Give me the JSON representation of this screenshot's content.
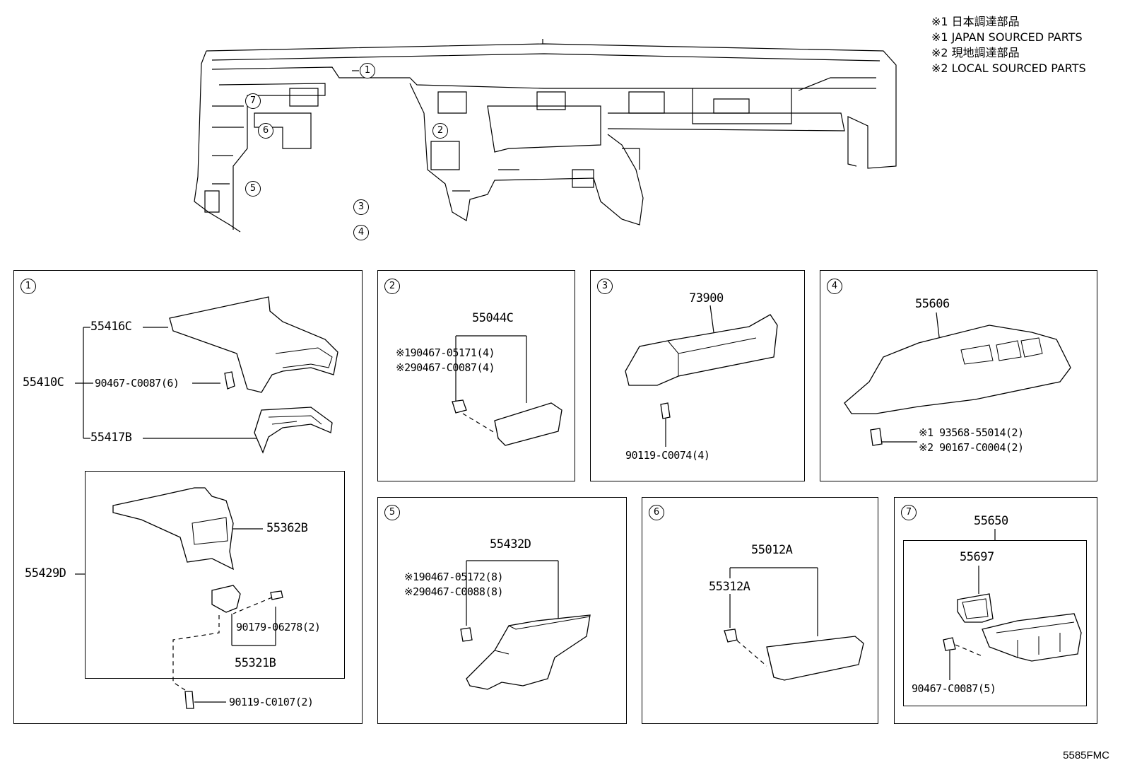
{
  "legend": {
    "line1": "※1 日本調達部品",
    "line2": "※1 JAPAN SOURCED PARTS",
    "line3": "※2 現地調達部品",
    "line4": "※2 LOCAL SOURCED PARTS"
  },
  "overview": {
    "callouts": [
      "1",
      "2",
      "3",
      "4",
      "5",
      "6",
      "7"
    ]
  },
  "panel1": {
    "num": "1",
    "p55416C": "55416C",
    "p55410C": "55410C",
    "p90467_C0087_6": "90467-C0087(6)",
    "p55417B": "55417B",
    "p55362B": "55362B",
    "p55429D": "55429D",
    "p90179_06278": "90179-06278(2)",
    "p55321B": "55321B",
    "p90119_C0107": "90119-C0107(2)"
  },
  "panel2": {
    "num": "2",
    "p55044C": "55044C",
    "n1": "※190467-05171(4)",
    "n2": "※290467-C0087(4)"
  },
  "panel3": {
    "num": "3",
    "p73900": "73900",
    "p90119_C0074": "90119-C0074(4)"
  },
  "panel4": {
    "num": "4",
    "p55606": "55606",
    "n1": "※1 93568-55014(2)",
    "n2": "※2 90167-C0004(2)"
  },
  "panel5": {
    "num": "5",
    "p55432D": "55432D",
    "n1": "※190467-05172(8)",
    "n2": "※290467-C0088(8)"
  },
  "panel6": {
    "num": "6",
    "p55012A": "55012A",
    "p55312A": "55312A"
  },
  "panel7": {
    "num": "7",
    "p55650": "55650",
    "p55697": "55697",
    "p90467_C0087_5": "90467-C0087(5)"
  },
  "diagram_code": "5585FMC"
}
